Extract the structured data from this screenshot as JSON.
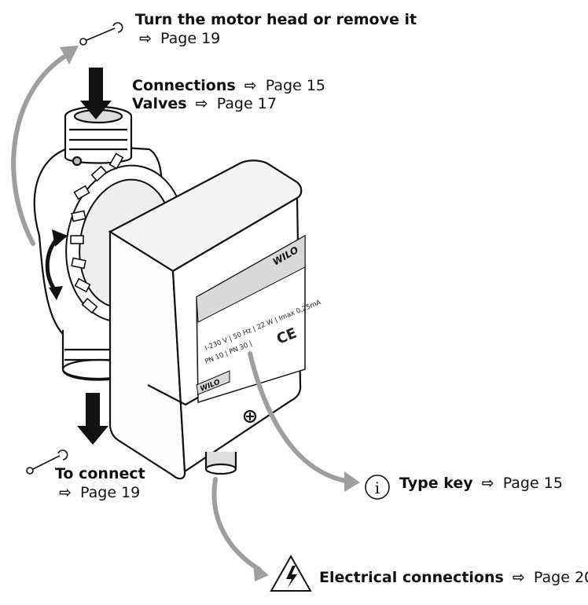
{
  "labels": {
    "motor_head": {
      "title": "Turn the motor head or remove it",
      "ref": "Page 19"
    },
    "connections": {
      "title": "Connections",
      "ref": "Page 15"
    },
    "valves": {
      "title": "Valves",
      "ref": "Page 17"
    },
    "to_connect": {
      "title": "To connect",
      "ref": "Page 19"
    },
    "type_key": {
      "title": "Type key",
      "ref": "Page 15"
    },
    "electrical": {
      "title": "Electrical connections",
      "ref": "Page 20"
    }
  },
  "pump": {
    "brand": "WILO",
    "plate_line1": "I-230 V | 50 Hz | 22 W | Imax 0,25mA",
    "plate_line2": "PN 10 | PN 30 |",
    "ce_mark": "CE"
  },
  "icons": {
    "ref_arrow": "⇨",
    "info_symbol": "i",
    "warning_symbol": "electric-hazard"
  }
}
